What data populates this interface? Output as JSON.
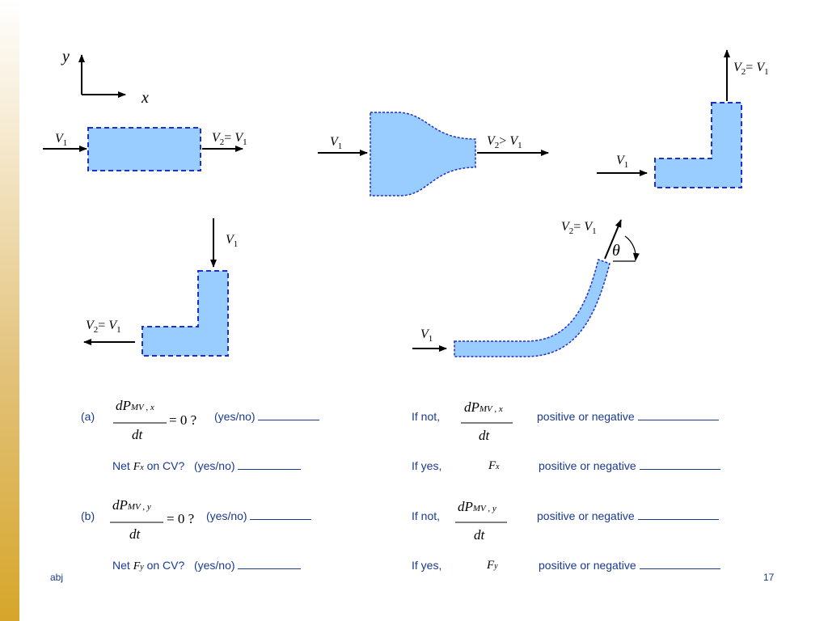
{
  "colors": {
    "fill": "#99ccff",
    "dash": "#1f2fcc",
    "text": "#1a3a8f",
    "sidebar": "#d6a62a"
  },
  "axes": {
    "y": "y",
    "x": "x"
  },
  "labels": {
    "v1": "V",
    "sub1": "1",
    "sub2": "2",
    "eq": "=",
    "gt": ">",
    "theta": "θ"
  },
  "questions": {
    "a_label": "(a)",
    "b_label": "(b)",
    "frac_num_a": "dP",
    "frac_sub_a": "MV , x",
    "frac_num_b": "dP",
    "frac_sub_b": "MV , y",
    "frac_den": "dt",
    "eq_zero": "= 0 ?",
    "yesno": "(yes/no)",
    "if_not": "If not,",
    "if_yes": "If yes,",
    "pos_neg": "positive or negative",
    "net_fx_pre": "Net",
    "fx": "F",
    "fx_sub": "x",
    "fy_sub": "y",
    "on_cv": "on CV?"
  },
  "footer": {
    "left": "abj",
    "right": "17"
  }
}
